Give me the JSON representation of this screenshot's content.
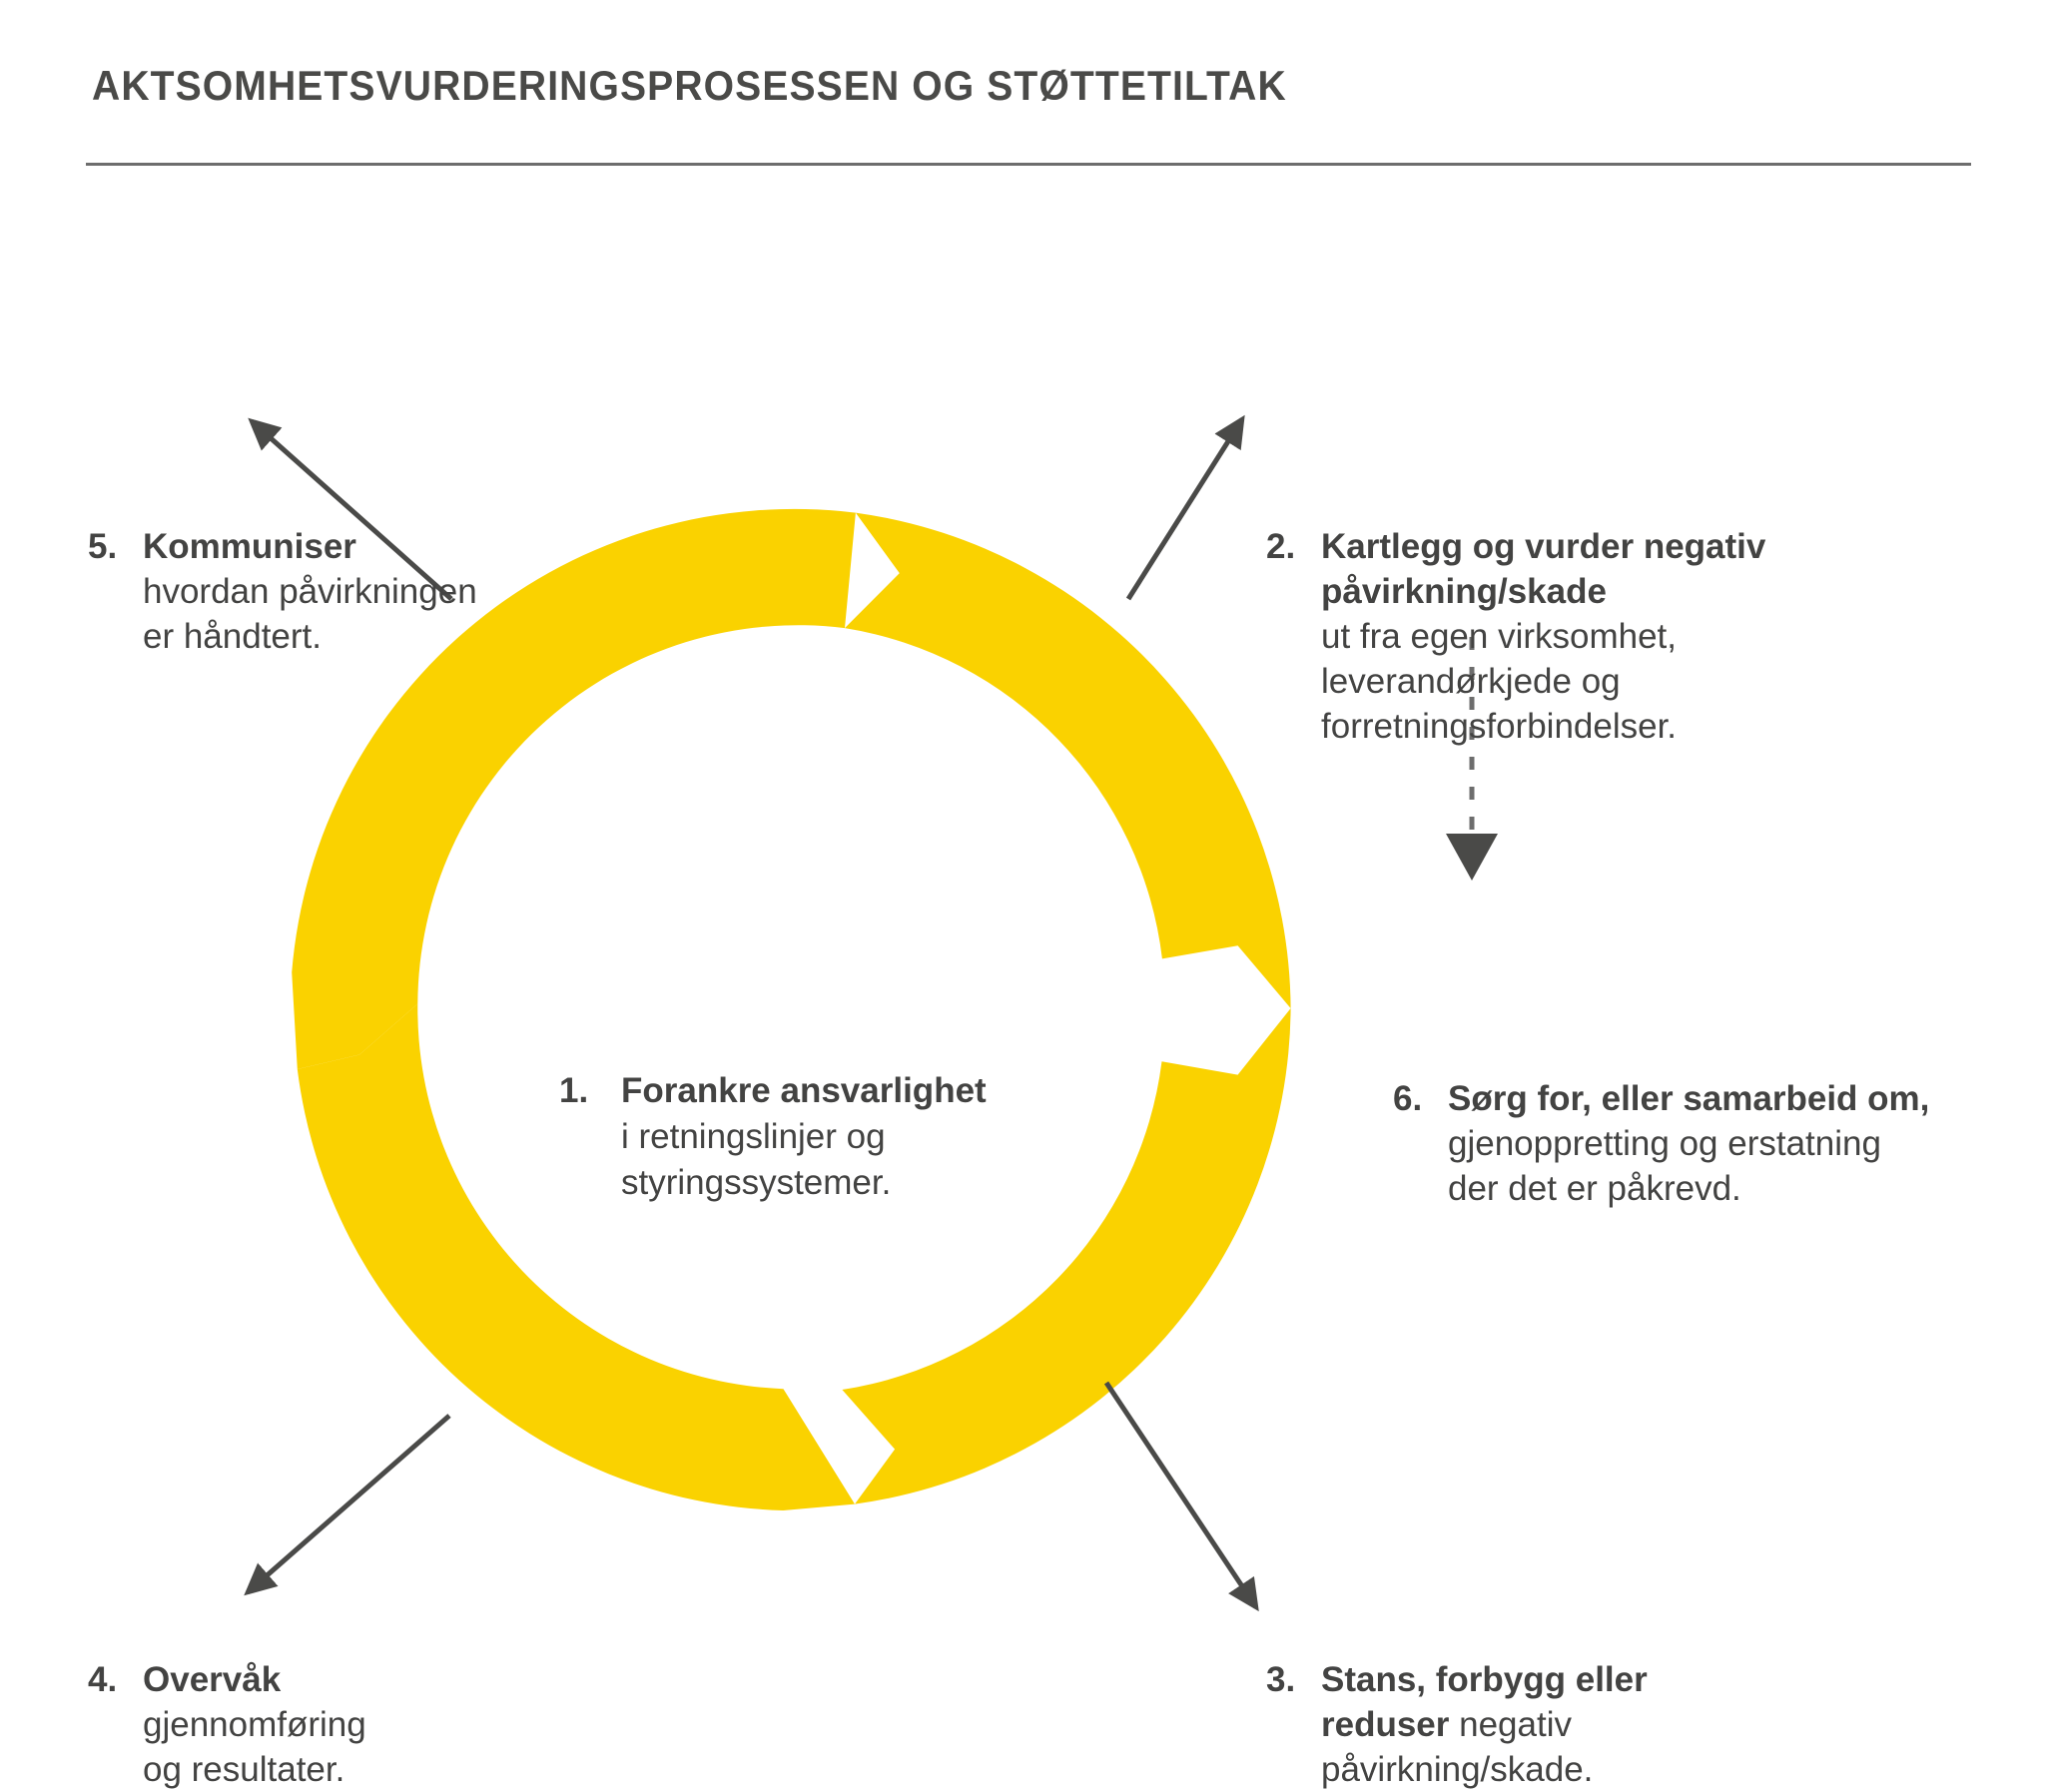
{
  "header": {
    "title": "AKTSOMHETSVURDERINGSPROSESSEN OG STØTTETILTAK"
  },
  "colors": {
    "ring_yellow": "#FAD200",
    "text_gray": "#434342",
    "rule_gray": "#6d6d6d",
    "arrow_gray": "#4a4a48",
    "background": "#FFFFFF"
  },
  "diagram": {
    "type": "cycle",
    "segments": 4,
    "center": {
      "number": "1.",
      "lead": "Forankre ansvarlighet",
      "rest_line1": "i retningslinjer og",
      "rest_line2": "styringssystemer."
    },
    "steps": [
      {
        "number": "2.",
        "lead": "Kartlegg og vurder negativ påvirkning/skade",
        "rest": "ut fra egen virksomhet, leverandørkjede og forretningsforbindelser.",
        "position": "top-right"
      },
      {
        "number": "3.",
        "lead": "Stans, forbygg eller reduser",
        "rest": "negativ påvirkning/skade.",
        "position": "bottom-right"
      },
      {
        "number": "4.",
        "lead": "Overvåk",
        "rest": "gjennomføring og resultater.",
        "position": "bottom-left"
      },
      {
        "number": "5.",
        "lead": "Kommuniser",
        "rest": "hvordan påvirkningen er håndtert.",
        "position": "top-left"
      },
      {
        "number": "6.",
        "lead": "Sørg for, eller samarbeid om,",
        "rest": "gjenoppretting og erstatning der det er påkrevd.",
        "position": "right"
      }
    ],
    "callout_5": {
      "number": "5.",
      "lead": "Kommuniser",
      "line2": "hvordan påvirkningen",
      "line3": "er håndtert."
    },
    "callout_2": {
      "number": "2.",
      "lead1": "Kartlegg og vurder negativ",
      "lead2": "påvirkning/skade",
      "line3": "ut fra egen virksomhet,",
      "line4": "leverandørkjede og",
      "line5": "forretningsforbindelser."
    },
    "callout_6": {
      "number": "6.",
      "lead": "Sørg for, eller samarbeid om,",
      "line2": "gjenoppretting og erstatning",
      "line3": "der det er påkrevd."
    },
    "callout_4": {
      "number": "4.",
      "lead": "Overvåk",
      "line2": "gjennomføring",
      "line3": "og resultater."
    },
    "callout_3": {
      "number": "3.",
      "lead1": "Stans, forbygg eller",
      "lead2": "reduser",
      "rest2": " negativ",
      "line3": "påvirkning/skade."
    }
  }
}
